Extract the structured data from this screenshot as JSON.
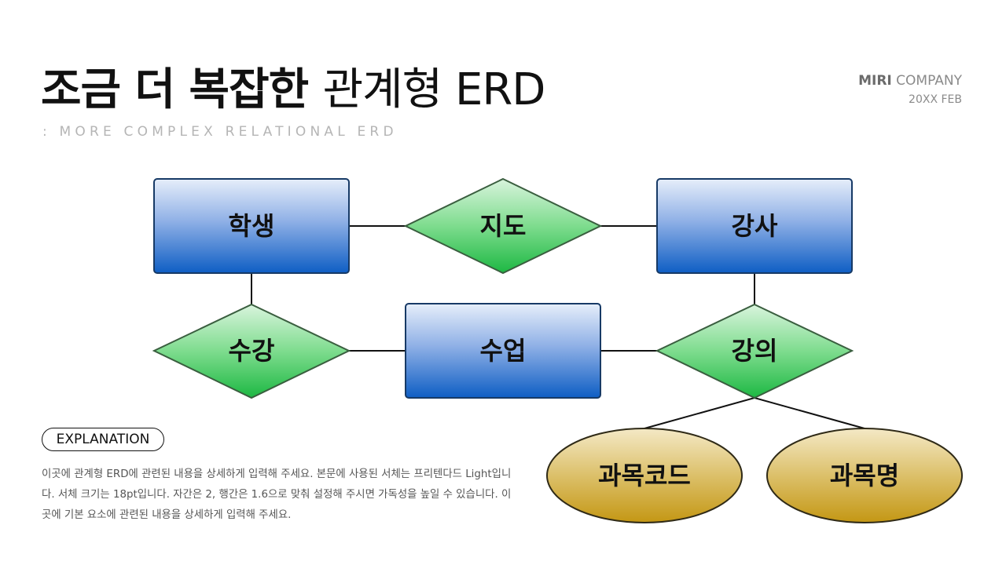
{
  "header": {
    "title_bold": "조금 더 복잡한",
    "title_light": "관계형 ERD",
    "subtitle": ": MORE COMPLEX RELATIONAL ERD",
    "brand_bold": "MIRI",
    "brand_rest": "COMPANY",
    "date": "20XX FEB"
  },
  "diagram": {
    "entities": {
      "student": "학생",
      "instructor": "강사",
      "class": "수업"
    },
    "relationships": {
      "advise": "지도",
      "enroll": "수강",
      "lecture": "강의"
    },
    "attributes": {
      "course_code": "과목코드",
      "course_name": "과목명"
    }
  },
  "explanation": {
    "badge": "EXPLANATION",
    "body": "이곳에 관계형 ERD에 관련된 내용을 상세하게 입력해 주세요. 본문에 사용된 서체는 프리텐다드 Light입니다. 서체 크기는 18pt입니다. 자간은 2, 행간은 1.6으로 맞춰 설정해 주시면 가독성을 높일 수 있습니다. 이곳에 기본 요소에 관련된 내용을 상세하게 입력해 주세요."
  },
  "colors": {
    "entity_top": "#e6eefa",
    "entity_bottom": "#0e5ec4",
    "relationship_top": "#d9f4dd",
    "relationship_bottom": "#1db843",
    "attribute_top": "#f4e9c6",
    "attribute_bottom": "#c49714"
  }
}
